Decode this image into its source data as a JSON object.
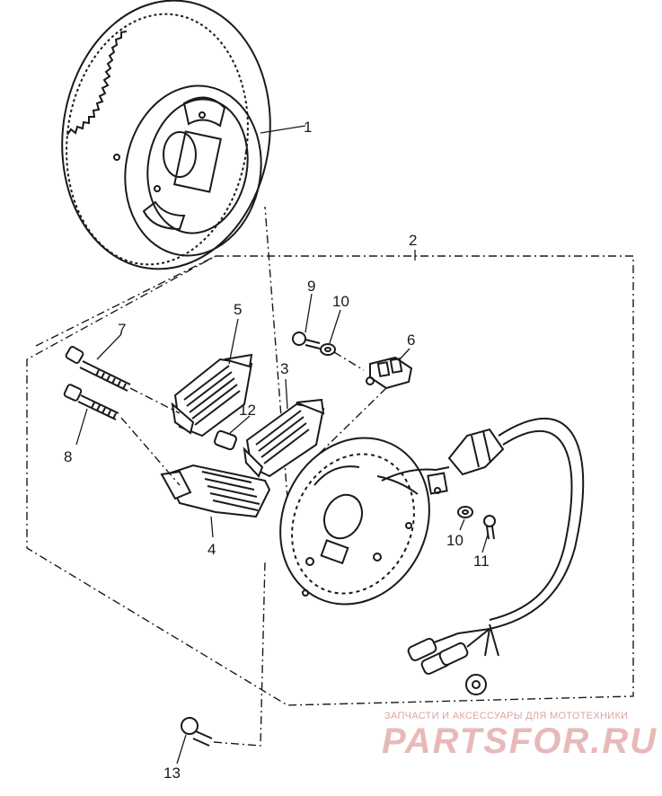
{
  "diagram": {
    "callouts": [
      {
        "id": "1",
        "label": "1"
      },
      {
        "id": "2",
        "label": "2"
      },
      {
        "id": "3",
        "label": "3"
      },
      {
        "id": "4",
        "label": "4"
      },
      {
        "id": "5",
        "label": "5"
      },
      {
        "id": "6",
        "label": "6"
      },
      {
        "id": "7",
        "label": "7"
      },
      {
        "id": "8",
        "label": "8"
      },
      {
        "id": "9",
        "label": "9"
      },
      {
        "id": "10a",
        "label": "10"
      },
      {
        "id": "10b",
        "label": "10"
      },
      {
        "id": "11",
        "label": "11"
      },
      {
        "id": "12",
        "label": "12"
      },
      {
        "id": "13",
        "label": "13"
      }
    ]
  },
  "watermark": {
    "tagline": "ЗАПЧАСТИ И АКСЕССУАРЫ ДЛЯ МОТОТЕХНИКИ",
    "logo": "PARTSFOR.RU",
    "color": "#e8b9b9"
  }
}
